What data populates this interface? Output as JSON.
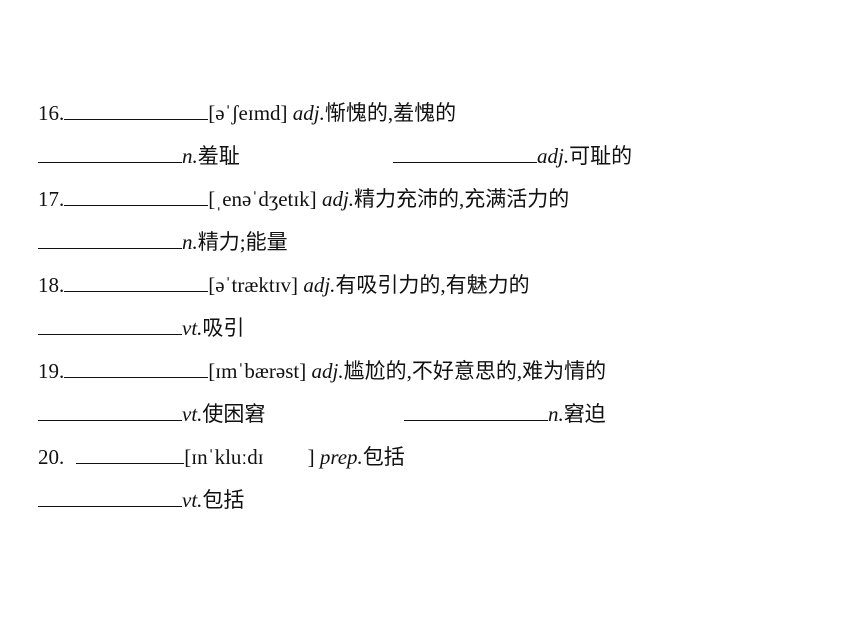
{
  "entries": [
    {
      "number": "16.",
      "phonetic": "[əˈʃeɪmd]",
      "pos": "adj.",
      "meaning": "惭愧的,羞愧的",
      "derived": [
        {
          "pos": "n.",
          "meaning": "羞耻"
        },
        {
          "pos": "adj.",
          "meaning": "可耻的"
        }
      ]
    },
    {
      "number": "17.",
      "phonetic": "[ˌenəˈdʒetɪk]",
      "pos": "adj.",
      "meaning": "精力充沛的,充满活力的",
      "derived": [
        {
          "pos": "n.",
          "meaning": "精力;能量"
        }
      ]
    },
    {
      "number": "18.",
      "phonetic": "[əˈtræktɪv]",
      "pos": "adj.",
      "meaning": "有吸引力的,有魅力的",
      "derived": [
        {
          "pos": "vt.",
          "meaning": "吸引"
        }
      ]
    },
    {
      "number": "19.",
      "phonetic": "[ɪmˈbærəst]",
      "pos": "adj.",
      "meaning": "尴尬的,不好意思的,难为情的",
      "derived": [
        {
          "pos": "vt.",
          "meaning": "使困窘"
        },
        {
          "pos": "n.",
          "meaning": "窘迫"
        }
      ]
    },
    {
      "number": "20.",
      "phonetic_open": "[ɪnˈkluːdɪ",
      "phonetic_close": "]",
      "pos": "prep.",
      "meaning": "包括",
      "derived": [
        {
          "pos": "vt.",
          "meaning": "包括"
        }
      ]
    }
  ]
}
